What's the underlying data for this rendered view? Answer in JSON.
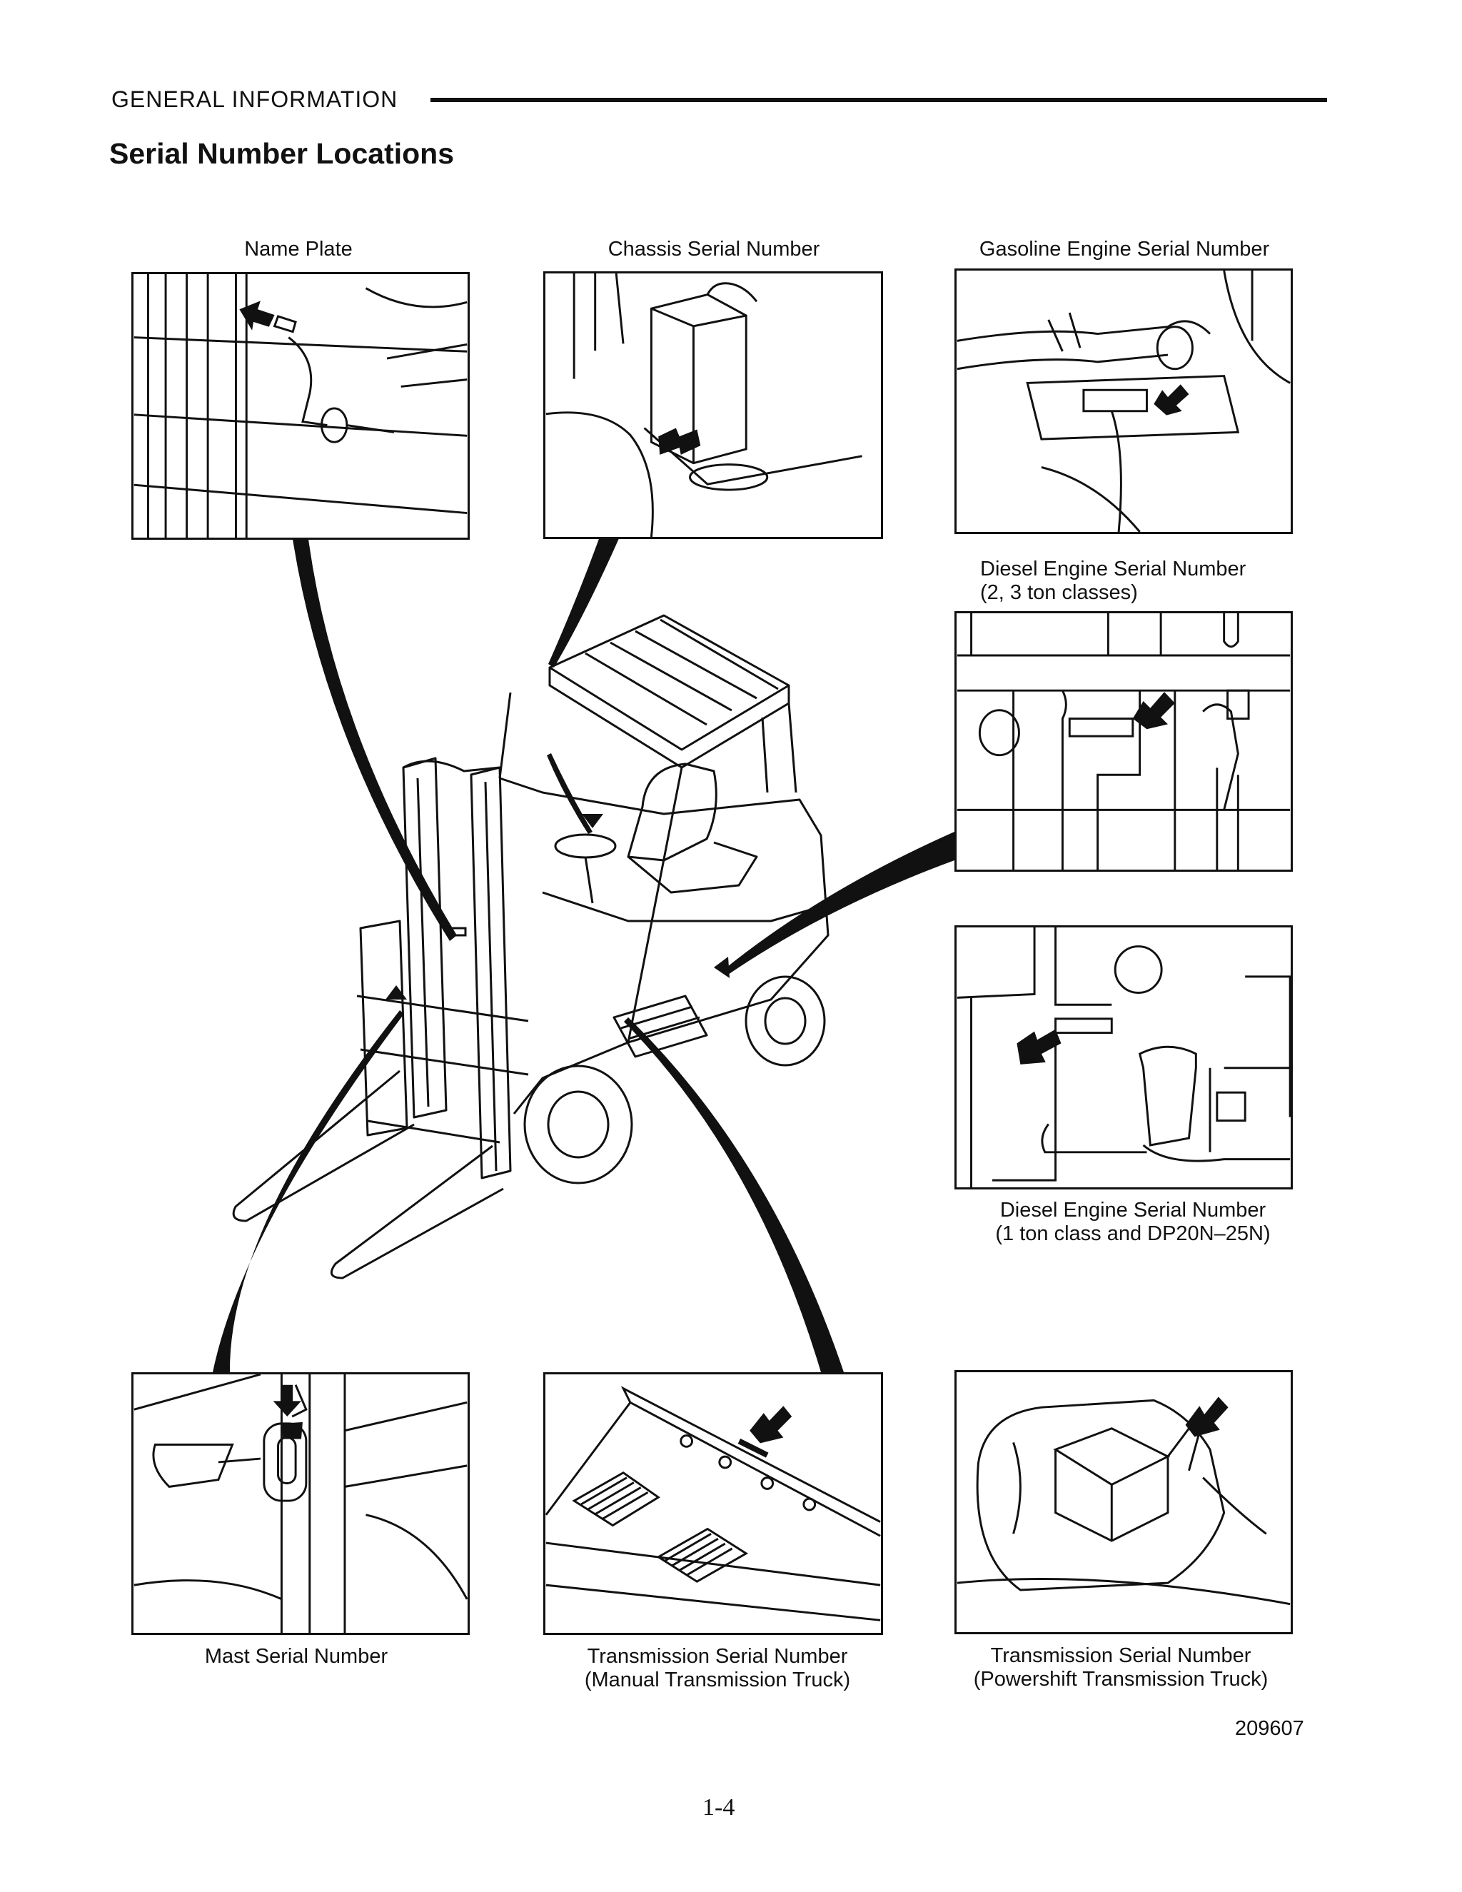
{
  "header": {
    "section": "GENERAL  INFORMATION",
    "title": "Serial Number Locations"
  },
  "callouts": {
    "name_plate": "Name Plate",
    "chassis": "Chassis Serial Number",
    "gasoline_engine": "Gasoline Engine Serial Number",
    "diesel_2_3_line1": "Diesel Engine Serial Number",
    "diesel_2_3_line2": "(2, 3 ton classes)",
    "diesel_1_line1": "Diesel Engine Serial Number",
    "diesel_1_line2": "(1 ton class and DP20N–25N)",
    "mast": "Mast Serial Number",
    "trans_manual_line1": "Transmission Serial Number",
    "trans_manual_line2": "(Manual Transmission Truck)",
    "trans_power_line1": "Transmission Serial Number",
    "trans_power_line2": "(Powershift Transmission Truck)"
  },
  "figure_number": "209607",
  "page_number": "1-4"
}
